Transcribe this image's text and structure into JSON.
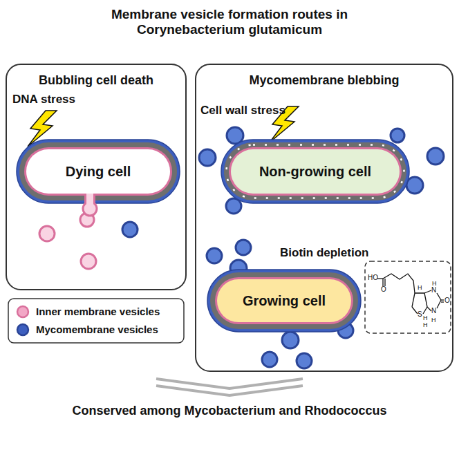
{
  "diagram": {
    "title": "Membrane vesicle formation routes in Corynebacterium glutamicum",
    "caption": "Conserved among Mycobacterium and Rhodococcus",
    "nodes": [
      {
        "text": [
          "Bubbling cell death"
        ]
      },
      {
        "text": [
          "Mycomembrane blebbing"
        ]
      },
      {
        "text": [
          "Dying cell"
        ],
        "in": 0
      },
      {
        "text": [
          "Non-growing cell"
        ],
        "in": 1
      },
      {
        "text": [
          "Growing cell"
        ],
        "in": 1
      }
    ],
    "labels": [
      "DNA stress",
      "Cell wall stress",
      "Biotin depletion",
      "HO",
      "O",
      "H",
      "N",
      "H",
      "O",
      "S",
      "H",
      "H",
      "N",
      "H"
    ],
    "legend": [
      {
        "text": "Inner membrane vesicles",
        "color": "#f2a7c6"
      },
      {
        "text": "Mycomembrane vesicles",
        "color": "#3d5fbf"
      }
    ]
  }
}
